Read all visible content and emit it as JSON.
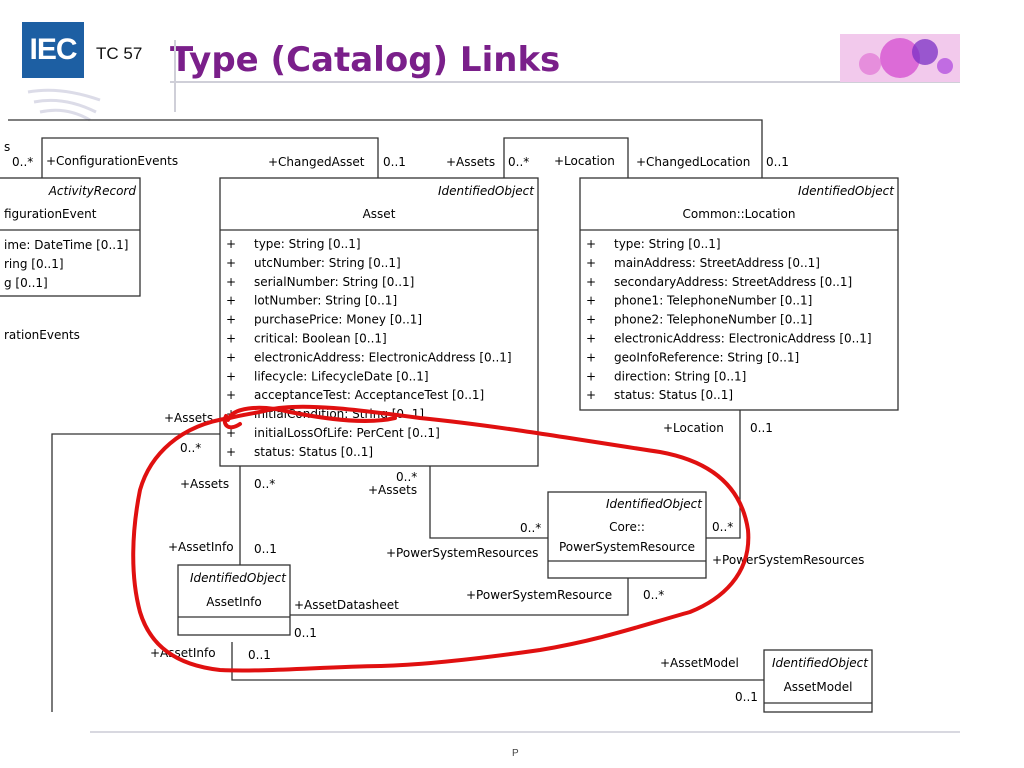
{
  "header": {
    "logo_text": "IEC",
    "tc_label": "TC 57",
    "title": "Type (Catalog) Links"
  },
  "footer": {
    "page_marker": "P"
  },
  "diagram": {
    "activity_record_class": {
      "stereotype": "ActivityRecord",
      "name": "figurationEvent",
      "attributes": [
        "ime:  DateTime [0..1]",
        "ring [0..1]",
        "g [0..1]"
      ]
    },
    "asset_class": {
      "stereotype": "IdentifiedObject",
      "name": "Asset",
      "attributes": [
        "type:  String [0..1]",
        "utcNumber:  String [0..1]",
        "serialNumber:  String [0..1]",
        "lotNumber:  String [0..1]",
        "purchasePrice:  Money [0..1]",
        "critical:  Boolean [0..1]",
        "electronicAddress:  ElectronicAddress [0..1]",
        "lifecycle:  LifecycleDate [0..1]",
        "acceptanceTest:  AcceptanceTest [0..1]",
        "initialCondition:  String [0..1]",
        "initialLossOfLife:  PerCent [0..1]",
        "status:  Status [0..1]"
      ]
    },
    "location_class": {
      "stereotype": "IdentifiedObject",
      "name": "Common::Location",
      "attributes": [
        "type:  String [0..1]",
        "mainAddress:  StreetAddress [0..1]",
        "secondaryAddress:  StreetAddress [0..1]",
        "phone1:  TelephoneNumber [0..1]",
        "phone2:  TelephoneNumber [0..1]",
        "electronicAddress:  ElectronicAddress [0..1]",
        "geoInfoReference:  String [0..1]",
        "direction:  String [0..1]",
        "status:  Status [0..1]"
      ]
    },
    "psr_class": {
      "stereotype": "IdentifiedObject",
      "name_line1": "Core::",
      "name_line2": "PowerSystemResource"
    },
    "assetinfo_class": {
      "stereotype": "IdentifiedObject",
      "name": "AssetInfo"
    },
    "assetmodel_class": {
      "stereotype": "IdentifiedObject",
      "name": "AssetModel"
    },
    "plus_sign": "+",
    "labels": {
      "s": "s",
      "mult_top_left": "0..*",
      "config_events": "+ConfigurationEvents",
      "changed_asset": "+ChangedAsset",
      "changed_asset_mult": "0..1",
      "assets_top": "+Assets",
      "assets_top_mult": "0..*",
      "location_top": "+Location",
      "changed_location": "+ChangedLocation",
      "changed_location_mult": "0..1",
      "ration_events": "rationEvents",
      "assets_left": "+Assets",
      "assets_left_mult": "0..*",
      "location_mid": "+Location",
      "location_mid_mult": "0..1",
      "assets_a": "+Assets",
      "assets_a_mult": "0..*",
      "assets_b_mult": "0..*",
      "assets_b": "+Assets",
      "psr_left_mult": "0..*",
      "psr_left": "+PowerSystemResources",
      "psr_right_mult": "0..*",
      "psr_right": "+PowerSystemResources",
      "assetinfo_lbl": "+AssetInfo",
      "assetinfo_mult": "0..1",
      "asset_datasheet": "+AssetDatasheet",
      "asset_datasheet_mult": "0..1",
      "psr_single": "+PowerSystemResource",
      "psr_single_mult": "0..*",
      "assetinfo_bottom": "+AssetInfo",
      "assetinfo_bottom_mult": "0..1",
      "asset_model": "+AssetModel",
      "asset_model_mult": "0..1"
    }
  },
  "colors": {
    "title": "#7a1f8a",
    "logo_blue": "#1d5fa3",
    "annotation_red": "#e01010",
    "uml_line": "#333333"
  }
}
